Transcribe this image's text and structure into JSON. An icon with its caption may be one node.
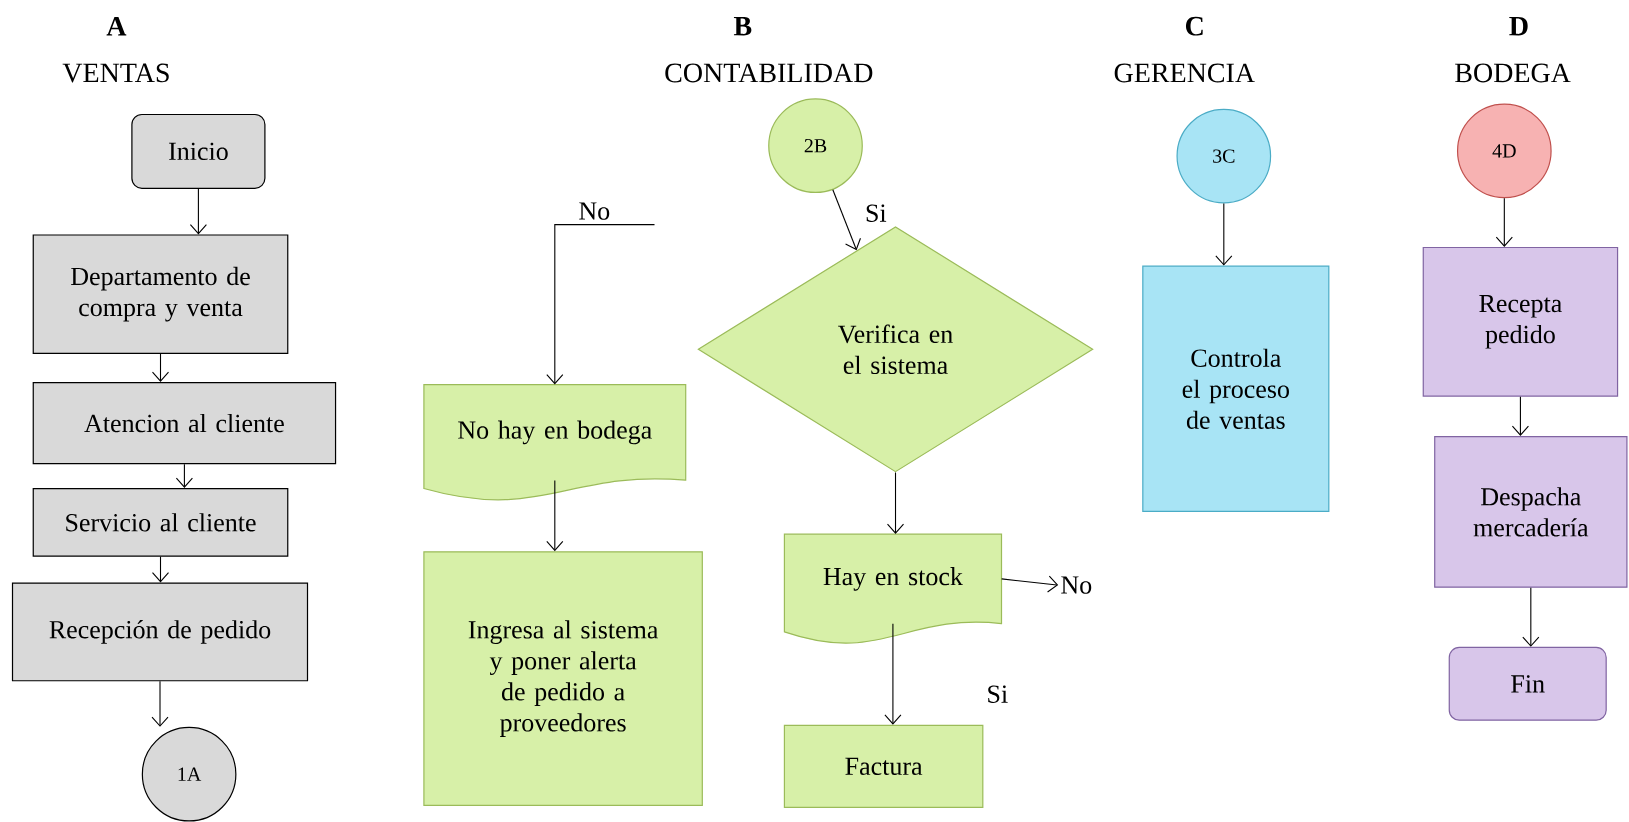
{
  "diagram": {
    "nodes": [
      {
        "text": [
          "Inicio"
        ]
      },
      {
        "text": [
          "Departamento de compra y venta"
        ]
      },
      {
        "text": [
          "Atencion al cliente"
        ]
      },
      {
        "text": [
          "Servicio al cliente"
        ]
      },
      {
        "text": [
          "Recepción de pedido"
        ]
      },
      {
        "text": [
          "1A"
        ]
      },
      {
        "text": [
          "2B"
        ]
      },
      {
        "text": [
          "Verifica en el sistema"
        ]
      },
      {
        "text": [
          "No hay en bodega"
        ]
      },
      {
        "text": [
          "Ingresa al sistema y poner alerta de pedido a proveedores"
        ]
      },
      {
        "text": [
          "Hay en stock"
        ]
      },
      {
        "text": [
          "No"
        ]
      },
      {
        "text": [
          "Factura"
        ]
      },
      {
        "text": [
          "3C"
        ]
      },
      {
        "text": [
          "Controla el proceso de ventas"
        ]
      },
      {
        "text": [
          "4D"
        ]
      },
      {
        "text": [
          "Recepta pedido"
        ]
      },
      {
        "text": [
          "Despacha mercadería"
        ]
      },
      {
        "text": [
          "Fin"
        ]
      }
    ],
    "edges": [
      {
        "from": 0,
        "to": 1,
        "arrow": "to"
      },
      {
        "from": 1,
        "to": 2,
        "arrow": "to"
      },
      {
        "from": 2,
        "to": 3,
        "arrow": "to"
      },
      {
        "from": 3,
        "to": 4,
        "arrow": "to"
      },
      {
        "from": 4,
        "to": 5,
        "arrow": "to"
      },
      {
        "from": 6,
        "to": 7,
        "arrow": "to",
        "label": "Si"
      },
      {
        "from": null,
        "to": 8,
        "arrow": "to",
        "label": "No"
      },
      {
        "from": 8,
        "to": 9,
        "arrow": "to"
      },
      {
        "from": 7,
        "to": 10,
        "arrow": "to"
      },
      {
        "from": 10,
        "to": 11,
        "arrow": "to"
      },
      {
        "from": 10,
        "to": 12,
        "arrow": "to",
        "label": "Si"
      },
      {
        "from": 13,
        "to": 14,
        "arrow": "to"
      },
      {
        "from": 15,
        "to": 16,
        "arrow": "to"
      },
      {
        "from": 16,
        "to": 17,
        "arrow": "to"
      },
      {
        "from": 17,
        "to": 18,
        "arrow": "to"
      }
    ],
    "labels": [
      "A",
      "VENTAS",
      "B",
      "CONTABILIDAD",
      "C",
      "GERENCIA",
      "D",
      "BODEGA"
    ]
  }
}
